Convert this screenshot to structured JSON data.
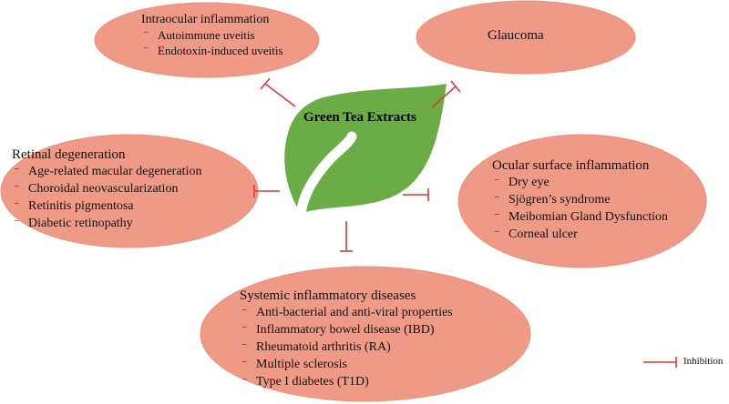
{
  "center": {
    "label": "Green Tea Extracts"
  },
  "nodes": {
    "intraocular": {
      "title": "Intraocular inflammation",
      "items": [
        "Autoimmune uveitis",
        "Endotoxin-induced uveitis"
      ]
    },
    "glaucoma": {
      "title": "Glaucoma"
    },
    "retinal": {
      "title": "Retinal degeneration",
      "items": [
        "Age-related macular degeneration",
        "Choroidal neovascularization",
        "Retinitis pigmentosa",
        "Diabetic retinopathy"
      ]
    },
    "ocular_surface": {
      "title": "Ocular surface inflammation",
      "items": [
        "Dry eye",
        "Sjögren’s syndrome",
        "Meibomian Gland Dysfunction",
        "Corneal ulcer"
      ]
    },
    "systemic": {
      "title": "Systemic inflammatory diseases",
      "items": [
        "Anti-bacterial and anti-viral properties",
        "Inflammatory bowel disease (IBD)",
        "Rheumatoid arthritis (RA)",
        "Multiple sclerosis",
        "Type I diabetes (T1D)"
      ]
    }
  },
  "legend": {
    "label": "Inhibition"
  },
  "colors": {
    "ellipse_fill": "#ef9a86",
    "ellipse_stroke": "#ee8f79",
    "leaf_fill": "#6aac45",
    "leaf_vein": "#ffffff",
    "inhibition": "#d93c3c"
  }
}
